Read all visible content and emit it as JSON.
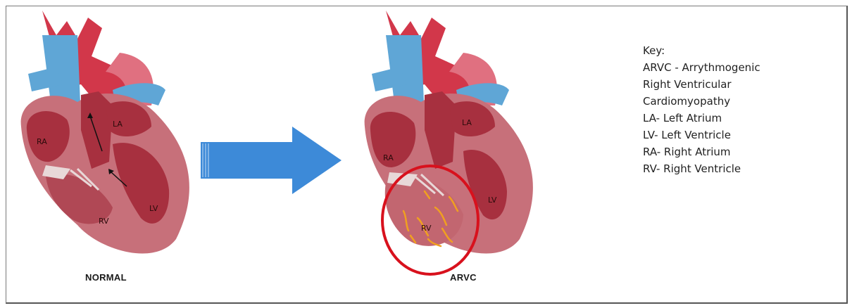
{
  "normal_heart": {
    "caption": "NORMAL",
    "labels": {
      "ra": "RA",
      "la": "LA",
      "lv": "LV",
      "rv": "RV"
    }
  },
  "arvc_heart": {
    "caption": "ARVC",
    "labels": {
      "ra": "RA",
      "la": "LA",
      "lv": "LV",
      "rv": "RV"
    }
  },
  "key": {
    "title": "Key:",
    "lines": [
      "ARVC - Arrythmogenic",
      "Right Ventricular",
      "Cardiomyopathy",
      "LA- Left Atrium",
      "LV- Left Ventricle",
      "RA- Right Atrium",
      "RV- Right Ventricle"
    ]
  },
  "colors": {
    "vessel_blue": "#5fa6d6",
    "aorta_red": "#d2374a",
    "myocardium": "#c7707a",
    "chamber": "#a7303f",
    "arrow_blue": "#3d8ad8",
    "highlight_circle": "#d8111d",
    "fat_streak": "#f0a020"
  }
}
